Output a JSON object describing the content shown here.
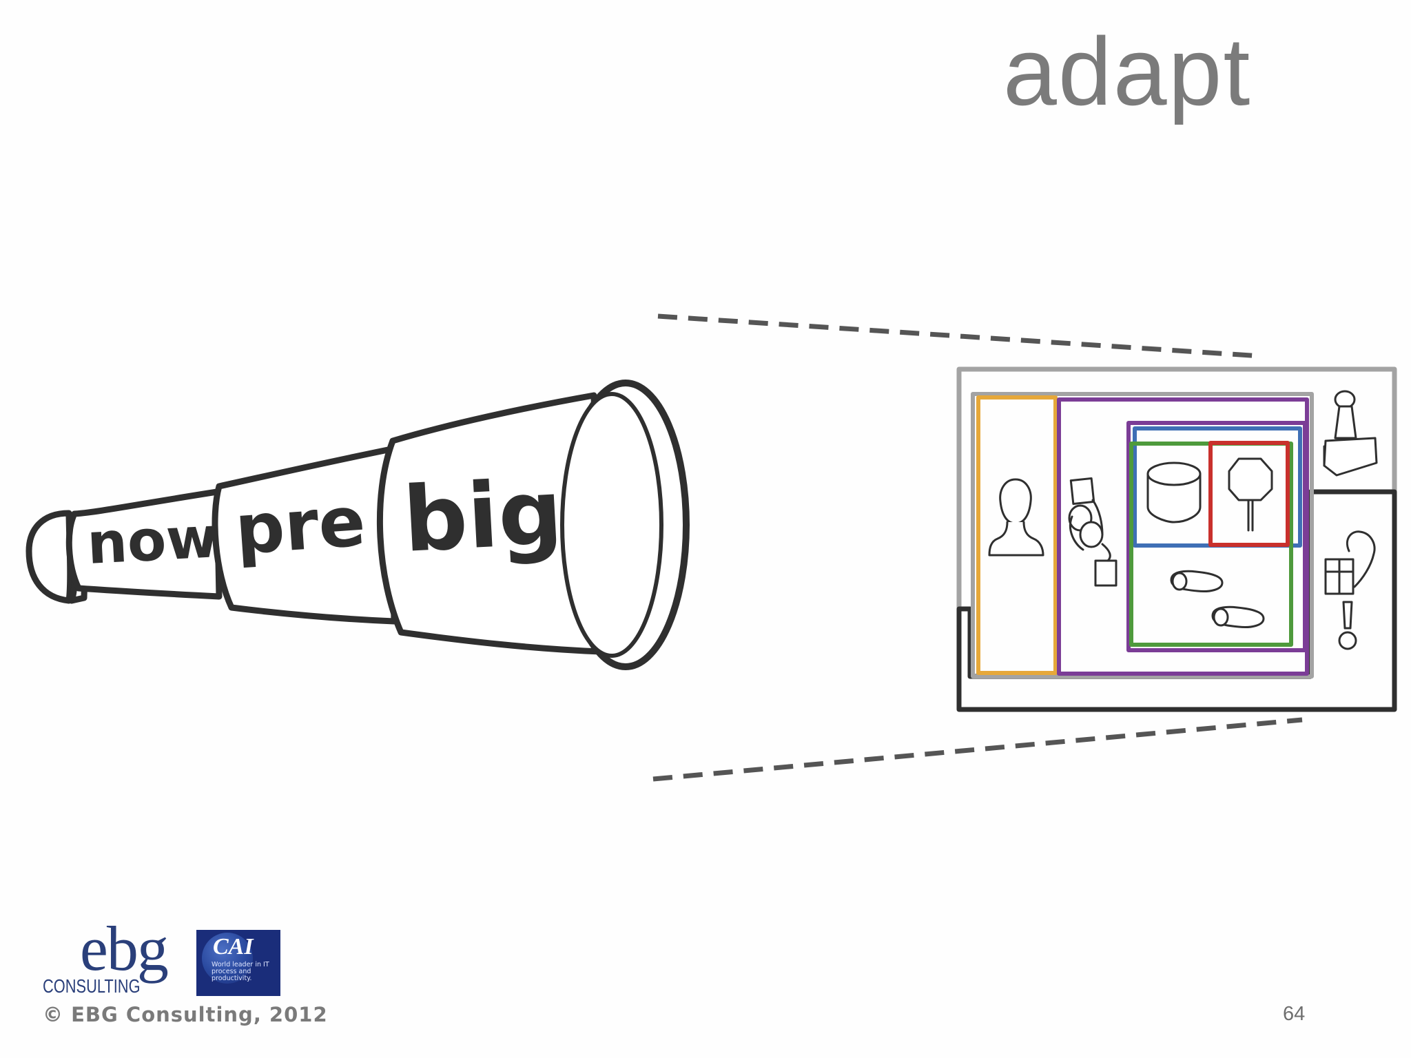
{
  "slide": {
    "title": "adapt",
    "page_number": "64",
    "copyright": "© EBG Consulting, 2012"
  },
  "telescope": {
    "segments": [
      "now",
      "pre",
      "big"
    ]
  },
  "logos": {
    "ebg": {
      "word": "ebg",
      "subtitle": "CONSULTING"
    },
    "cai": {
      "mark": "CAI",
      "tagline": "World leader in IT process and productivity."
    }
  },
  "colors": {
    "title": "#7b7b7b",
    "ink": "#2f2f2f",
    "dashes": "#555555",
    "outer_frame": "#a3a3a3",
    "user_panel": "#e6a83a",
    "purple": "#7b3d96",
    "blue": "#3f6fb5",
    "red": "#c9302c",
    "green": "#4e9a3c",
    "ebg_blue": "#2a3f7a",
    "cai_blue": "#1a2d7a"
  },
  "icons": [
    "telescope-icon",
    "user-head-icon",
    "process-flow-icon",
    "database-icon",
    "stop-sign-icon",
    "footprints-icon",
    "stamp-icon",
    "gift-hook-icon"
  ]
}
